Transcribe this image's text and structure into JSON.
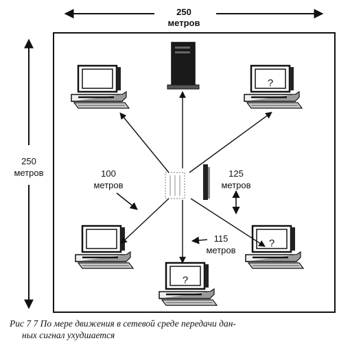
{
  "labels": {
    "top_value": "250",
    "top_unit": "метров",
    "left_value": "250",
    "left_unit": "метров",
    "left_mid_value": "100",
    "left_mid_unit": "метров",
    "right_mid_value": "125",
    "right_mid_unit": "метров",
    "bottom_mid_value": "115",
    "bottom_mid_unit": "метров"
  },
  "unknown_marker": "?",
  "caption": {
    "line1": "Рис  7 7  По мере движения в сетевой  среде передачи дан-",
    "line2": "ных сигнал ухудшается"
  }
}
